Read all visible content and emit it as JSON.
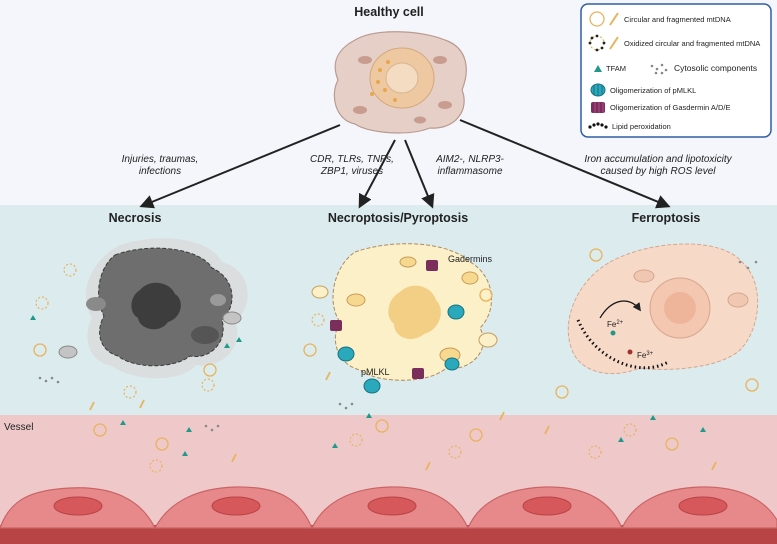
{
  "title": "Healthy cell",
  "legend": {
    "circular_mtdna": "Circular and fragmented mtDNA",
    "oxidized_mtdna": "Oxidized circular and fragmented mtDNA",
    "tfam": "TFAM",
    "cytosolic": "Cytosolic components",
    "pmlkl": "Oligomerization of pMLKL",
    "gasdermin": "Oligomerization of Gasdermin A/D/E",
    "lipid": "Lipid peroxidation"
  },
  "triggers": {
    "necrosis_1": "Injuries, traumas,",
    "necrosis_2": "infections",
    "necroptosis_1": "CDR, TLRs, TNFs,",
    "necroptosis_2": "ZBP1, viruses",
    "pyroptosis_1": "AIM2-, NLRP3-",
    "pyroptosis_2": "inflammasome",
    "ferroptosis_1": "Iron accumulation and lipotoxicity",
    "ferroptosis_2": "caused by high ROS level"
  },
  "panels": {
    "necrosis": "Necrosis",
    "necroptosis": "Necroptosis/Pyroptosis",
    "ferroptosis": "Ferroptosis"
  },
  "labels": {
    "gasdermins": "Gadermins",
    "pmlkl": "pMLKL",
    "fe2": "Fe",
    "fe2_sup": "2+",
    "fe3": "Fe",
    "fe3_sup": "3+",
    "vessel": "Vessel"
  },
  "colors": {
    "top_bg": "#f4f6fb",
    "middle_bg": "#dcecee",
    "vessel_bg": "#efc9ca",
    "endothelium": "#e7898a",
    "nucleus": "#d6585a",
    "necrotic_cell": "#6e6e6e",
    "pyroptotic_cell": "#fbf0c8",
    "ferroptotic_cell": "#f7d9c8",
    "mtdna_ring": "#e7b35d",
    "tfam": "#1f9a8a",
    "pmlkl": "#2aa9bd",
    "gasdermin": "#7b2e5c",
    "legend_border": "#2f5ea5"
  }
}
